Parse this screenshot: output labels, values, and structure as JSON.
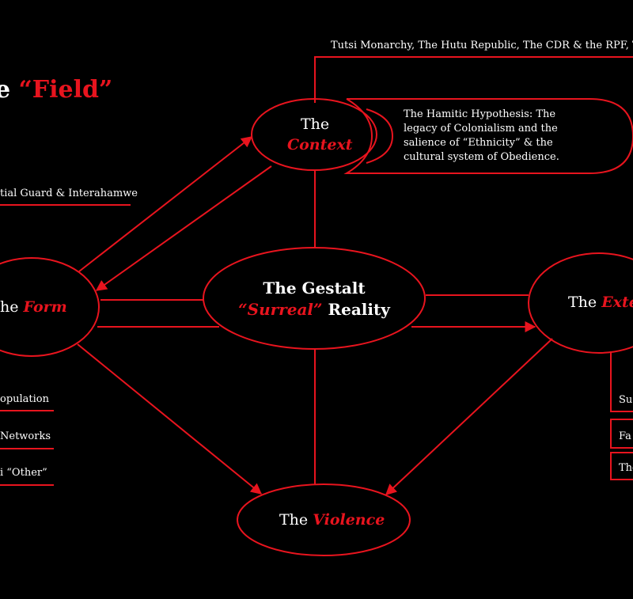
{
  "title": {
    "prefix": "e ",
    "highlight": "“Field”"
  },
  "context_banner": "Tutsi Monarchy, The Hutu Republic, The CDR  & the RPF, The",
  "context_desc": "The Hamitic Hypothesis: The legacy of Colonialism and the salience of “Ethnicity” & the cultural system of Obedience.",
  "nodes": {
    "context": {
      "word": "The",
      "highlight": "Context"
    },
    "form": {
      "word": "he ",
      "highlight": "Form"
    },
    "gestalt": {
      "line1": "The Gestalt",
      "highlight": "“Surreal”",
      "line2_rest": " Reality"
    },
    "external": {
      "word": "The ",
      "highlight": "Exter"
    },
    "violence": {
      "word": "The ",
      "highlight": "Violence"
    }
  },
  "left_labels": {
    "guard": "tial Guard & Interahamwe",
    "population": "opulation",
    "networks": " Networks",
    "other": "i “Other”"
  },
  "right_labels": [
    "Su",
    "Fa",
    "The"
  ],
  "colors": {
    "background": "#000000",
    "accent": "#e8141e",
    "text": "#ffffff"
  }
}
